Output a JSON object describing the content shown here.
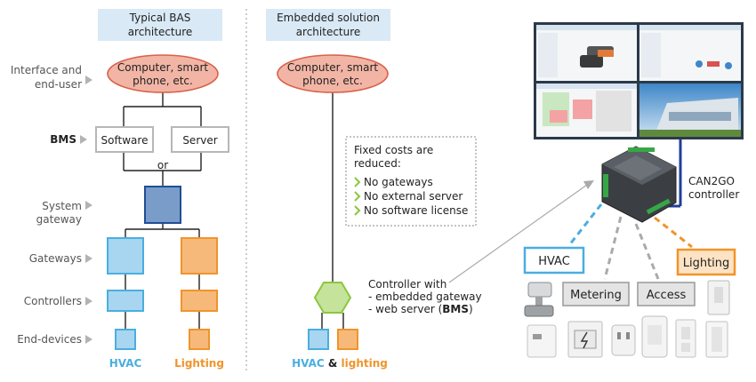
{
  "left": {
    "header": [
      "Typical BAS",
      "architecture"
    ],
    "side_labels": {
      "interface": [
        "Interface and",
        "end-user"
      ],
      "bms": "BMS",
      "system_gateway": [
        "System",
        "gateway"
      ],
      "gateways": "Gateways",
      "controllers": "Controllers",
      "end_devices": "End-devices"
    },
    "computer": [
      "Computer, smart",
      "phone, etc."
    ],
    "software": "Software",
    "server": "Server",
    "or": "or",
    "hvac": "HVAC",
    "lighting": "Lighting"
  },
  "middle": {
    "header": [
      "Embedded solution",
      "architecture"
    ],
    "computer": [
      "Computer, smart",
      "phone, etc."
    ],
    "costs": {
      "title": [
        "Fixed costs are",
        "reduced:"
      ],
      "items": [
        "No gateways",
        "No external server",
        "No software license"
      ]
    },
    "controller_text": {
      "line1": "Controller with",
      "line2": "- embedded gateway",
      "line3_prefix": "- web server (",
      "line3_bold": "BMS",
      "line3_suffix": ")"
    },
    "bottom": {
      "hvac": "HVAC",
      "amp": " & ",
      "lighting": "lighting"
    }
  },
  "right": {
    "controller_label": [
      "CAN2GO",
      "controller"
    ],
    "hvac": "HVAC",
    "lighting": "Lighting",
    "metering": "Metering",
    "access": "Access"
  },
  "colors": {
    "hvac_blue": "#4aaee0",
    "hvac_fill": "#a8d5f0",
    "lighting_orange": "#f0942b",
    "lighting_fill": "#f7b97a",
    "gateway_blue": "#1f4e96",
    "gateway_fill": "#7a9cc9",
    "header_bg": "#d9e9f5",
    "ellipse_fill": "#f2b5a5",
    "ellipse_stroke": "#d9614a",
    "green": "#8cc63f"
  }
}
